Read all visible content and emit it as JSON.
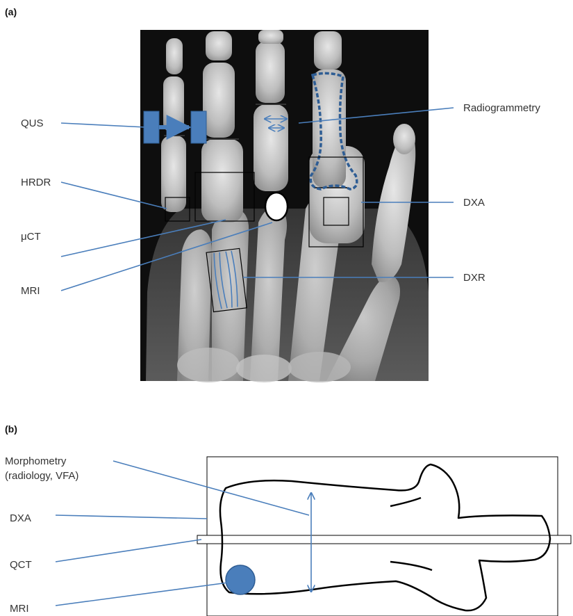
{
  "panel_a": {
    "tag": "(a)",
    "labels": {
      "qus": "QUS",
      "hrdr": "HRDR",
      "uct": "μCT",
      "mri": "MRI",
      "radiogrammetry": "Radiogrammetry",
      "dxa": "DXA",
      "dxr": "DXR"
    }
  },
  "panel_b": {
    "tag": "(b)",
    "labels": {
      "morphometry_line1": "Morphometry",
      "morphometry_line2": "(radiology, VFA)",
      "dxa": "DXA",
      "qct": "QCT",
      "mri": "MRI"
    }
  },
  "colors": {
    "annotation": "#4a7ebb",
    "qus_transducer": "#4a7ebb",
    "xray_background": "#111111",
    "bone": "#d9d9d9",
    "outline": "#000000"
  }
}
